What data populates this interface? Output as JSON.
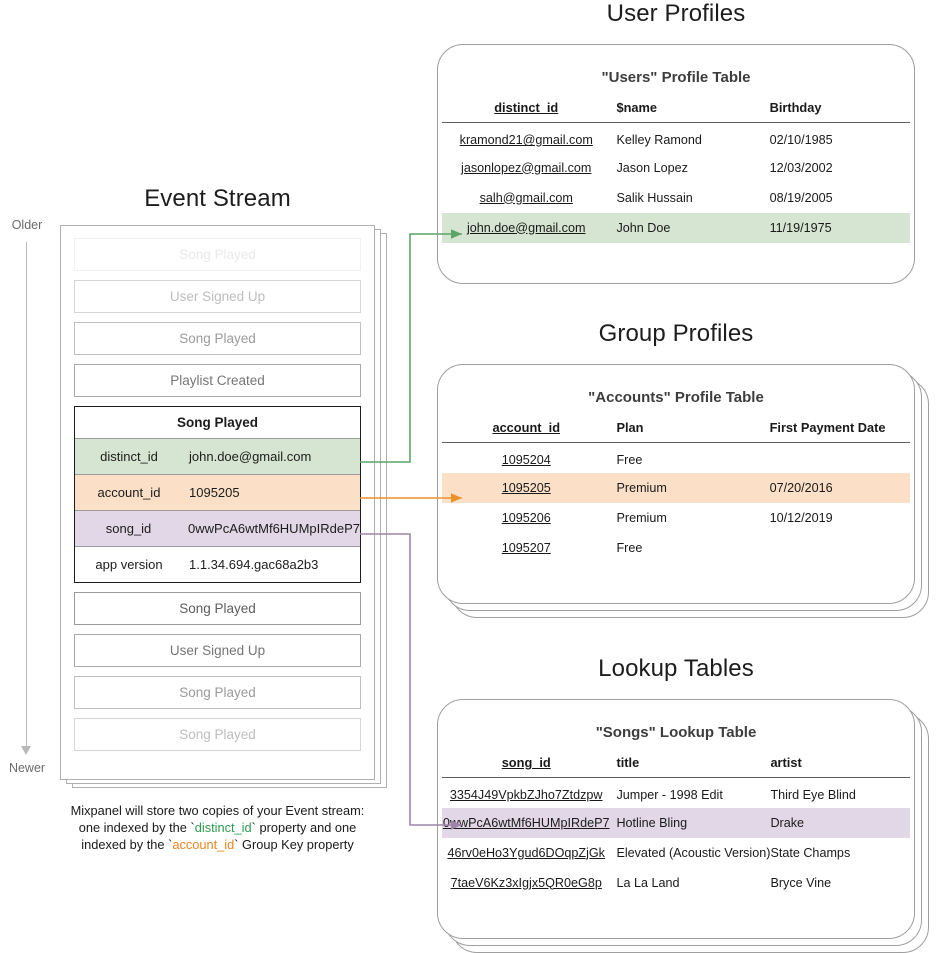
{
  "timeline": {
    "older_label": "Older",
    "newer_label": "Newer"
  },
  "event_stream": {
    "title": "Event Stream",
    "events_before": [
      {
        "label": "Song Played",
        "fade": "f-05"
      },
      {
        "label": "User Signed Up",
        "fade": "f-15"
      },
      {
        "label": "Song Played",
        "fade": "f-30"
      },
      {
        "label": "Playlist Created",
        "fade": "f-60"
      }
    ],
    "expanded": {
      "name": "Song Played",
      "properties": [
        {
          "key": "distinct_id",
          "value": "john.doe@gmail.com",
          "highlight": "hl-green"
        },
        {
          "key": "account_id",
          "value": "1095205",
          "highlight": "hl-orange"
        },
        {
          "key": "song_id",
          "value": "0wwPcA6wtMf6HUMpIRdeP7",
          "highlight": "hl-purple"
        },
        {
          "key": "app version",
          "value": "1.1.34.694.gac68a2b3",
          "highlight": "hl-none"
        }
      ]
    },
    "events_after": [
      {
        "label": "Song Played",
        "fade": "f-100"
      },
      {
        "label": "User Signed Up",
        "fade": "f-60"
      },
      {
        "label": "Song Played",
        "fade": "f-30"
      },
      {
        "label": "Song Played",
        "fade": "f-15"
      }
    ]
  },
  "caption": {
    "line1": "Mixpanel will store two copies of your Event stream:",
    "line2_a": "one indexed by the `",
    "line2_code": "distinct_id",
    "line2_b": "` property and one",
    "line3_a": "indexed by the `",
    "line3_code": "account_id",
    "line3_b": "` Group Key property"
  },
  "panels": [
    {
      "section_title": "User Profiles",
      "table_title": "\"Users\" Profile Table",
      "stacked": 1,
      "columns": [
        "distinct_id",
        "$name",
        "Birthday"
      ],
      "rows": [
        {
          "cells": [
            "kramond21@gmail.com",
            "Kelley Ramond",
            "02/10/1985"
          ],
          "highlight": ""
        },
        {
          "cells": [
            "jasonlopez@gmail.com",
            "Jason Lopez",
            "12/03/2002"
          ],
          "highlight": ""
        },
        {
          "cells": [
            "salh@gmail.com",
            "Salik Hussain",
            "08/19/2005"
          ],
          "highlight": ""
        },
        {
          "cells": [
            "john.doe@gmail.com",
            "John Doe",
            "11/19/1975"
          ],
          "highlight": "hl-green"
        }
      ]
    },
    {
      "section_title": "Group Profiles",
      "table_title": "\"Accounts\" Profile Table",
      "stacked": 3,
      "columns": [
        "account_id",
        "Plan",
        "First Payment Date"
      ],
      "rows": [
        {
          "cells": [
            "1095204",
            "Free",
            ""
          ],
          "highlight": ""
        },
        {
          "cells": [
            "1095205",
            "Premium",
            "07/20/2016"
          ],
          "highlight": "hl-orange"
        },
        {
          "cells": [
            "1095206",
            "Premium",
            "10/12/2019"
          ],
          "highlight": ""
        },
        {
          "cells": [
            "1095207",
            "Free",
            ""
          ],
          "highlight": ""
        }
      ]
    },
    {
      "section_title": "Lookup Tables",
      "table_title": "\"Songs\" Lookup Table",
      "stacked": 3,
      "columns": [
        "song_id",
        "title",
        "artist"
      ],
      "rows": [
        {
          "cells": [
            "3354J49VpkbZJho7Ztdzpw",
            "Jumper - 1998 Edit",
            "Third Eye Blind"
          ],
          "highlight": ""
        },
        {
          "cells": [
            "0wwPcA6wtMf6HUMpIRdeP7",
            "Hotline Bling",
            "Drake"
          ],
          "highlight": "hl-purple"
        },
        {
          "cells": [
            "46rv0eHo3Ygud6DOqpZjGk",
            "Elevated (Acoustic Version)",
            "State Champs"
          ],
          "highlight": ""
        },
        {
          "cells": [
            "7taeV6Kz3xIgjx5QR0eG8p",
            "La La Land",
            "Bryce Vine"
          ],
          "highlight": ""
        }
      ]
    }
  ],
  "connector_colors": {
    "distinct_id": "#5da46a",
    "account_id": "#e8922e",
    "song_id": "#9e86a8"
  }
}
